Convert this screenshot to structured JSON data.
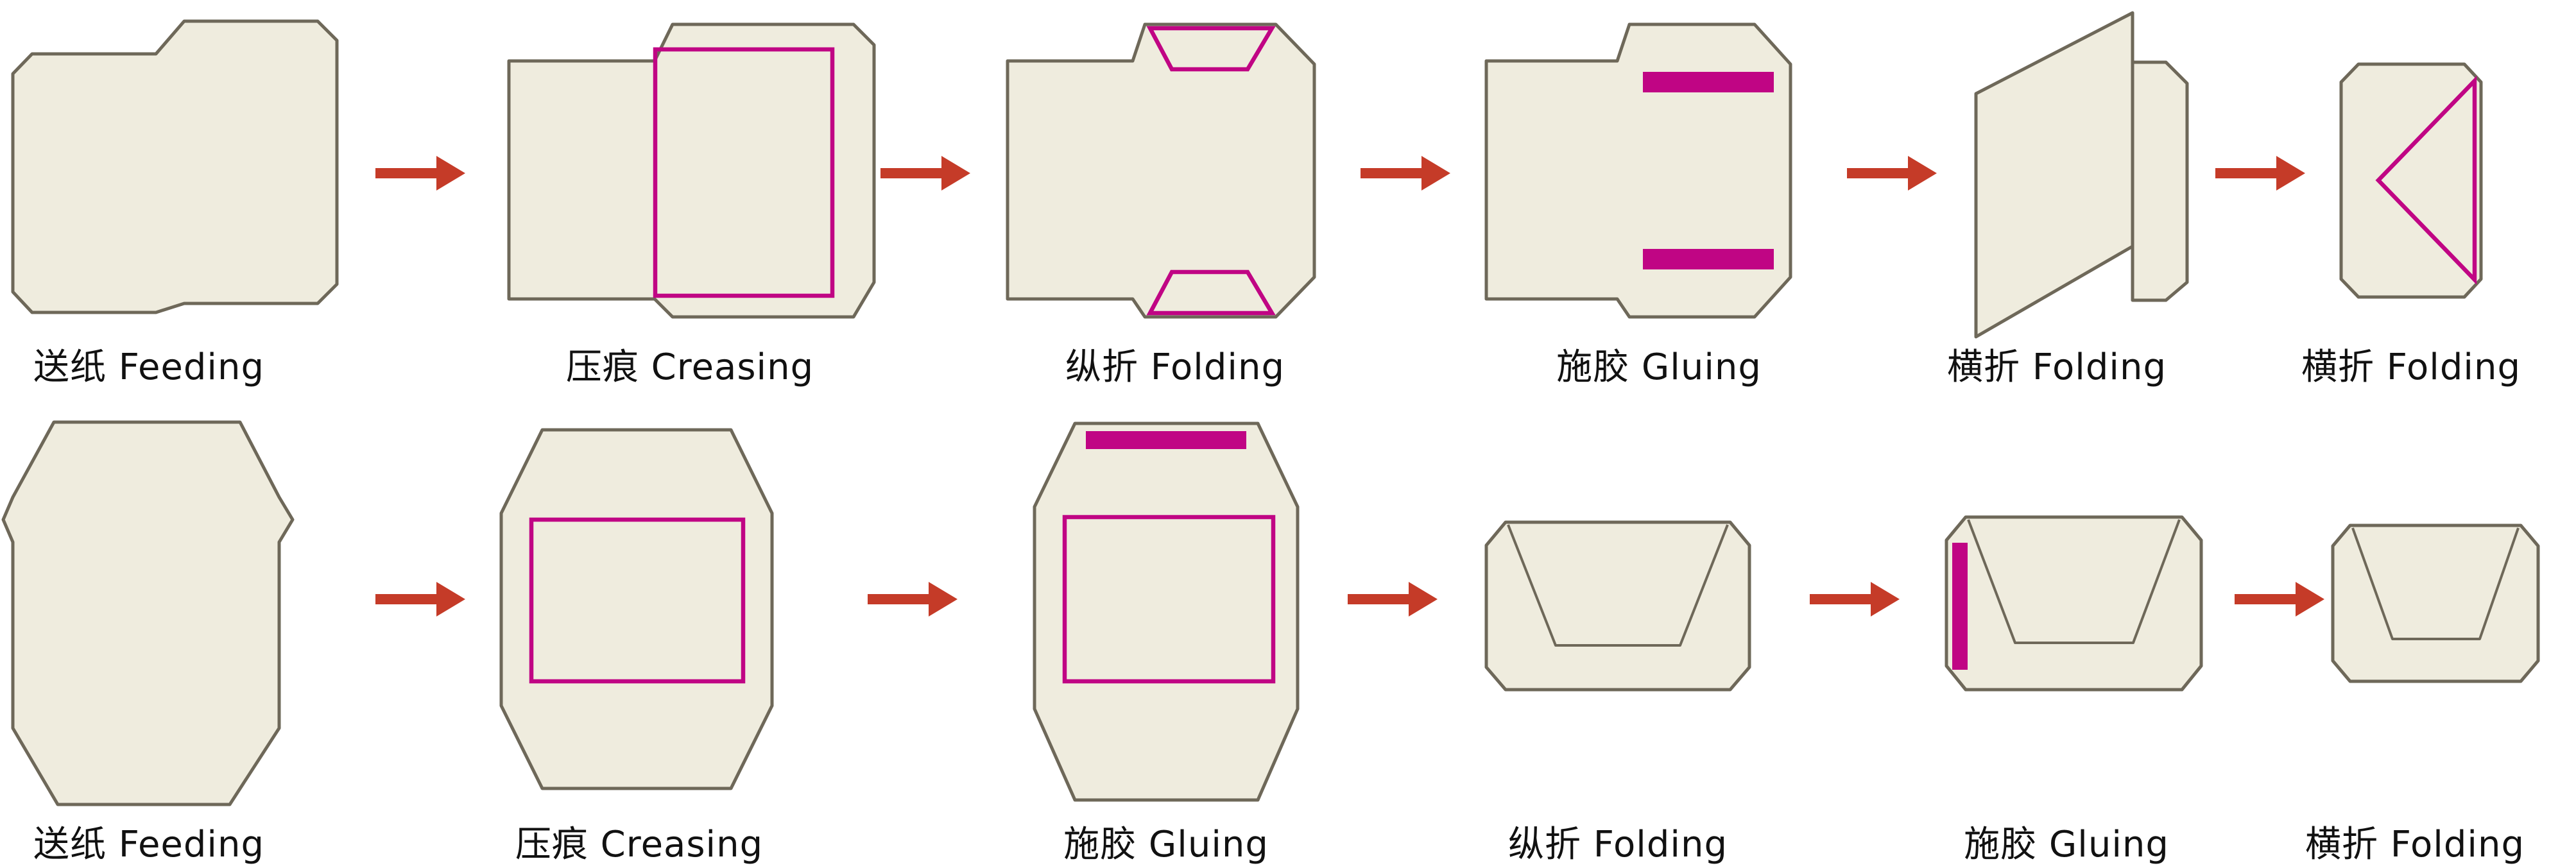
{
  "colors": {
    "paper": "#efecde",
    "outline": "#6e6859",
    "crease": "#c00584",
    "arrow": "#c53b28",
    "text": "#111111",
    "background": "#ffffff"
  },
  "rows": [
    {
      "steps": [
        {
          "zh": "送纸",
          "en": "Feeding",
          "label": "送纸 Feeding"
        },
        {
          "zh": "压痕",
          "en": "Creasing",
          "label": "压痕 Creasing"
        },
        {
          "zh": "纵折",
          "en": "Folding",
          "label": "纵折 Folding"
        },
        {
          "zh": "施胶",
          "en": "Gluing",
          "label": "施胶 Gluing"
        },
        {
          "zh": "横折",
          "en": "Folding",
          "label": "横折 Folding"
        },
        {
          "zh": "横折",
          "en": "Folding",
          "label": "横折 Folding"
        }
      ]
    },
    {
      "steps": [
        {
          "zh": "送纸",
          "en": "Feeding",
          "label": "送纸 Feeding"
        },
        {
          "zh": "压痕",
          "en": "Creasing",
          "label": "压痕 Creasing"
        },
        {
          "zh": "施胶",
          "en": "Gluing",
          "label": "施胶 Gluing"
        },
        {
          "zh": "纵折",
          "en": "Folding",
          "label": "纵折 Folding"
        },
        {
          "zh": "施胶",
          "en": "Gluing",
          "label": "施胶 Gluing"
        },
        {
          "zh": "横折",
          "en": "Folding",
          "label": "横折 Folding"
        }
      ]
    }
  ]
}
